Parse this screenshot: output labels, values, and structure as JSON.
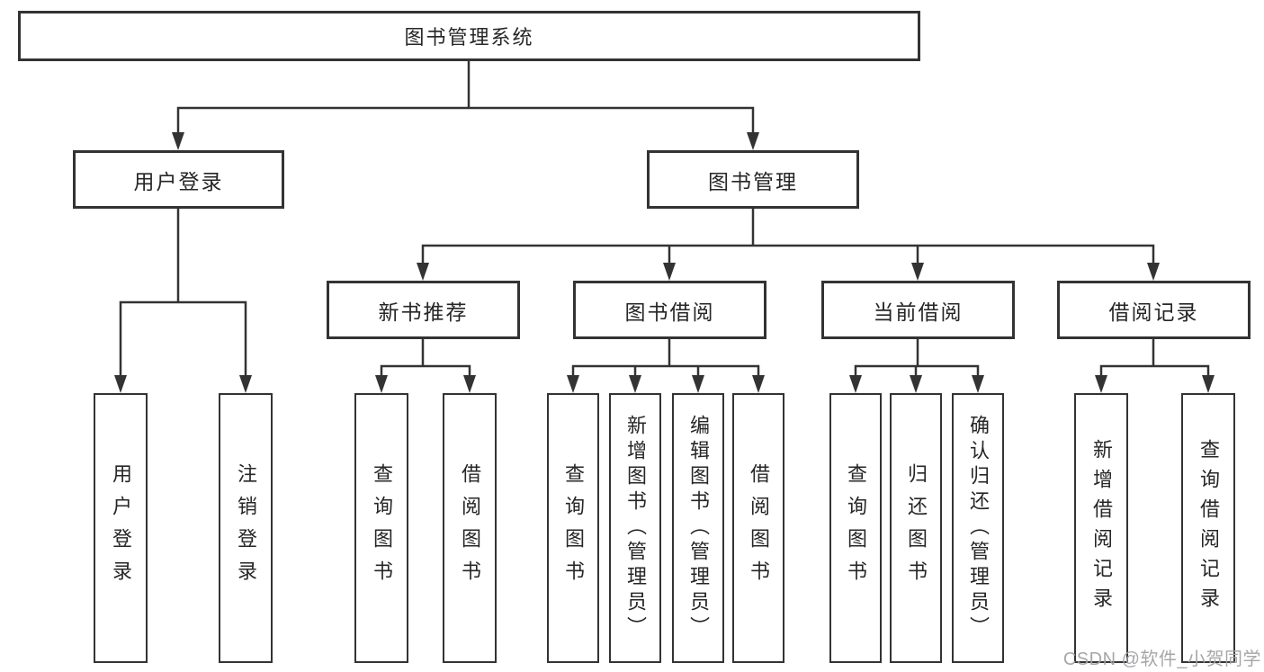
{
  "diagram": {
    "type": "hierarchy-tree",
    "root": {
      "label": "图书管理系统",
      "children": [
        {
          "label": "用户登录",
          "children": [
            {
              "label": "用户登录"
            },
            {
              "label": "注销登录"
            }
          ]
        },
        {
          "label": "图书管理",
          "children": [
            {
              "label": "新书推荐",
              "children": [
                {
                  "label": "查询图书"
                },
                {
                  "label": "借阅图书"
                }
              ]
            },
            {
              "label": "图书借阅",
              "children": [
                {
                  "label": "查询图书"
                },
                {
                  "label": "新增图书（管理员）"
                },
                {
                  "label": "编辑图书（管理员）"
                },
                {
                  "label": "借阅图书"
                }
              ]
            },
            {
              "label": "当前借阅",
              "children": [
                {
                  "label": "查询图书"
                },
                {
                  "label": "归还图书"
                },
                {
                  "label": "确认归还（管理员）"
                }
              ]
            },
            {
              "label": "借阅记录",
              "children": [
                {
                  "label": "新增借阅记录"
                },
                {
                  "label": "查询借阅记录"
                }
              ]
            }
          ]
        }
      ]
    }
  },
  "watermark": "CSDN @软件_小贺同学",
  "colors": {
    "line": "#333333",
    "box_border": "#333333",
    "text": "#262626",
    "watermark": "#a2a2a7",
    "background": "#ffffff"
  }
}
